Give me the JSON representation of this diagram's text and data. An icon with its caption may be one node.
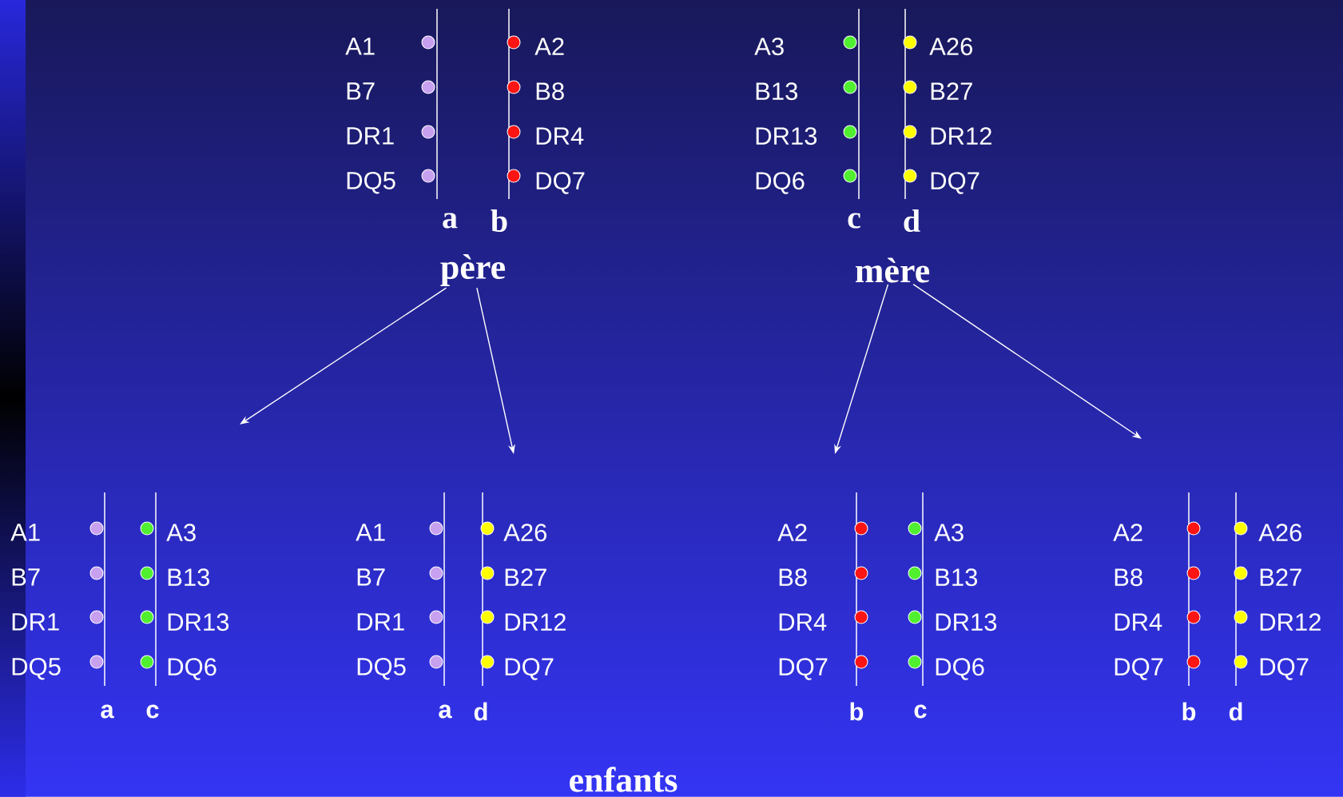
{
  "diagram": {
    "nodes": [
      {
        "text": [
          "père"
        ]
      },
      {
        "text": [
          "mère"
        ]
      },
      {
        "text": [
          "A1",
          "B7",
          "DR1",
          "DQ5"
        ],
        "beside": [
          "a"
        ]
      },
      {
        "text": [
          "A2",
          "B8",
          "DR4",
          "DQ7"
        ],
        "beside": [
          "b"
        ]
      },
      {
        "text": [
          "A3",
          "B13",
          "DR13",
          "DQ6"
        ],
        "beside": [
          "c"
        ]
      },
      {
        "text": [
          "A26",
          "B27",
          "DR12",
          "DQ7"
        ],
        "beside": [
          "d"
        ]
      },
      {
        "text": [
          "A1",
          "B7",
          "DR1",
          "DQ5"
        ],
        "beside": [
          "a"
        ]
      },
      {
        "text": [
          "A3",
          "B13",
          "DR13",
          "DQ6"
        ],
        "beside": [
          "c"
        ]
      },
      {
        "text": [
          "A1",
          "B7",
          "DR1",
          "DQ5"
        ],
        "beside": [
          "a"
        ]
      },
      {
        "text": [
          "A26",
          "B27",
          "DR12",
          "DQ7"
        ],
        "beside": [
          "d"
        ]
      },
      {
        "text": [
          "A2",
          "B8",
          "DR4",
          "DQ7"
        ],
        "beside": [
          "b"
        ]
      },
      {
        "text": [
          "A3",
          "B13",
          "DR13",
          "DQ6"
        ],
        "beside": [
          "c"
        ]
      },
      {
        "text": [
          "A2",
          "B8",
          "DR4",
          "DQ7"
        ],
        "beside": [
          "b"
        ]
      },
      {
        "text": [
          "A26",
          "B27",
          "DR12",
          "DQ7"
        ],
        "beside": [
          "d"
        ]
      }
    ],
    "edges": [
      {
        "from": 0,
        "to": null,
        "arrow": "to"
      },
      {
        "from": 0,
        "to": null,
        "arrow": "to"
      },
      {
        "from": 1,
        "to": null,
        "arrow": "to"
      },
      {
        "from": 1,
        "to": null,
        "arrow": "to"
      }
    ],
    "labels": [
      "enfants"
    ]
  }
}
